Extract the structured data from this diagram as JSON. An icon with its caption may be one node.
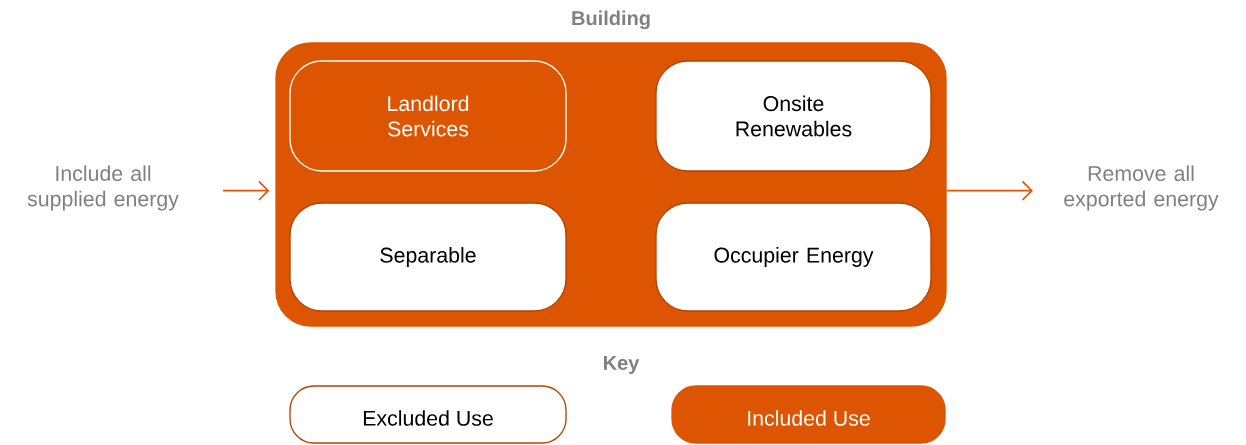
{
  "diagram": {
    "nodes": [
      {
        "text": [
          "Building"
        ]
      },
      {
        "text": [
          "Landlord Services"
        ],
        "in": 0
      },
      {
        "text": [
          "Onsite Renewables"
        ],
        "in": 0
      },
      {
        "text": [
          "Separable"
        ],
        "in": 0
      },
      {
        "text": [
          "Occupier Energy"
        ],
        "in": 0
      },
      {
        "text": [
          "Include all supplied energy"
        ]
      },
      {
        "text": [
          "Remove all exported energy"
        ]
      }
    ],
    "edges": [
      {
        "from": 5,
        "to": 0,
        "arrow": "to"
      },
      {
        "from": 0,
        "to": 6,
        "arrow": "to"
      }
    ],
    "labels": [
      "Key"
    ],
    "legend": [
      {
        "text": "Excluded Use"
      },
      {
        "text": "Included Use",
        "color": "#dd5500"
      }
    ]
  }
}
